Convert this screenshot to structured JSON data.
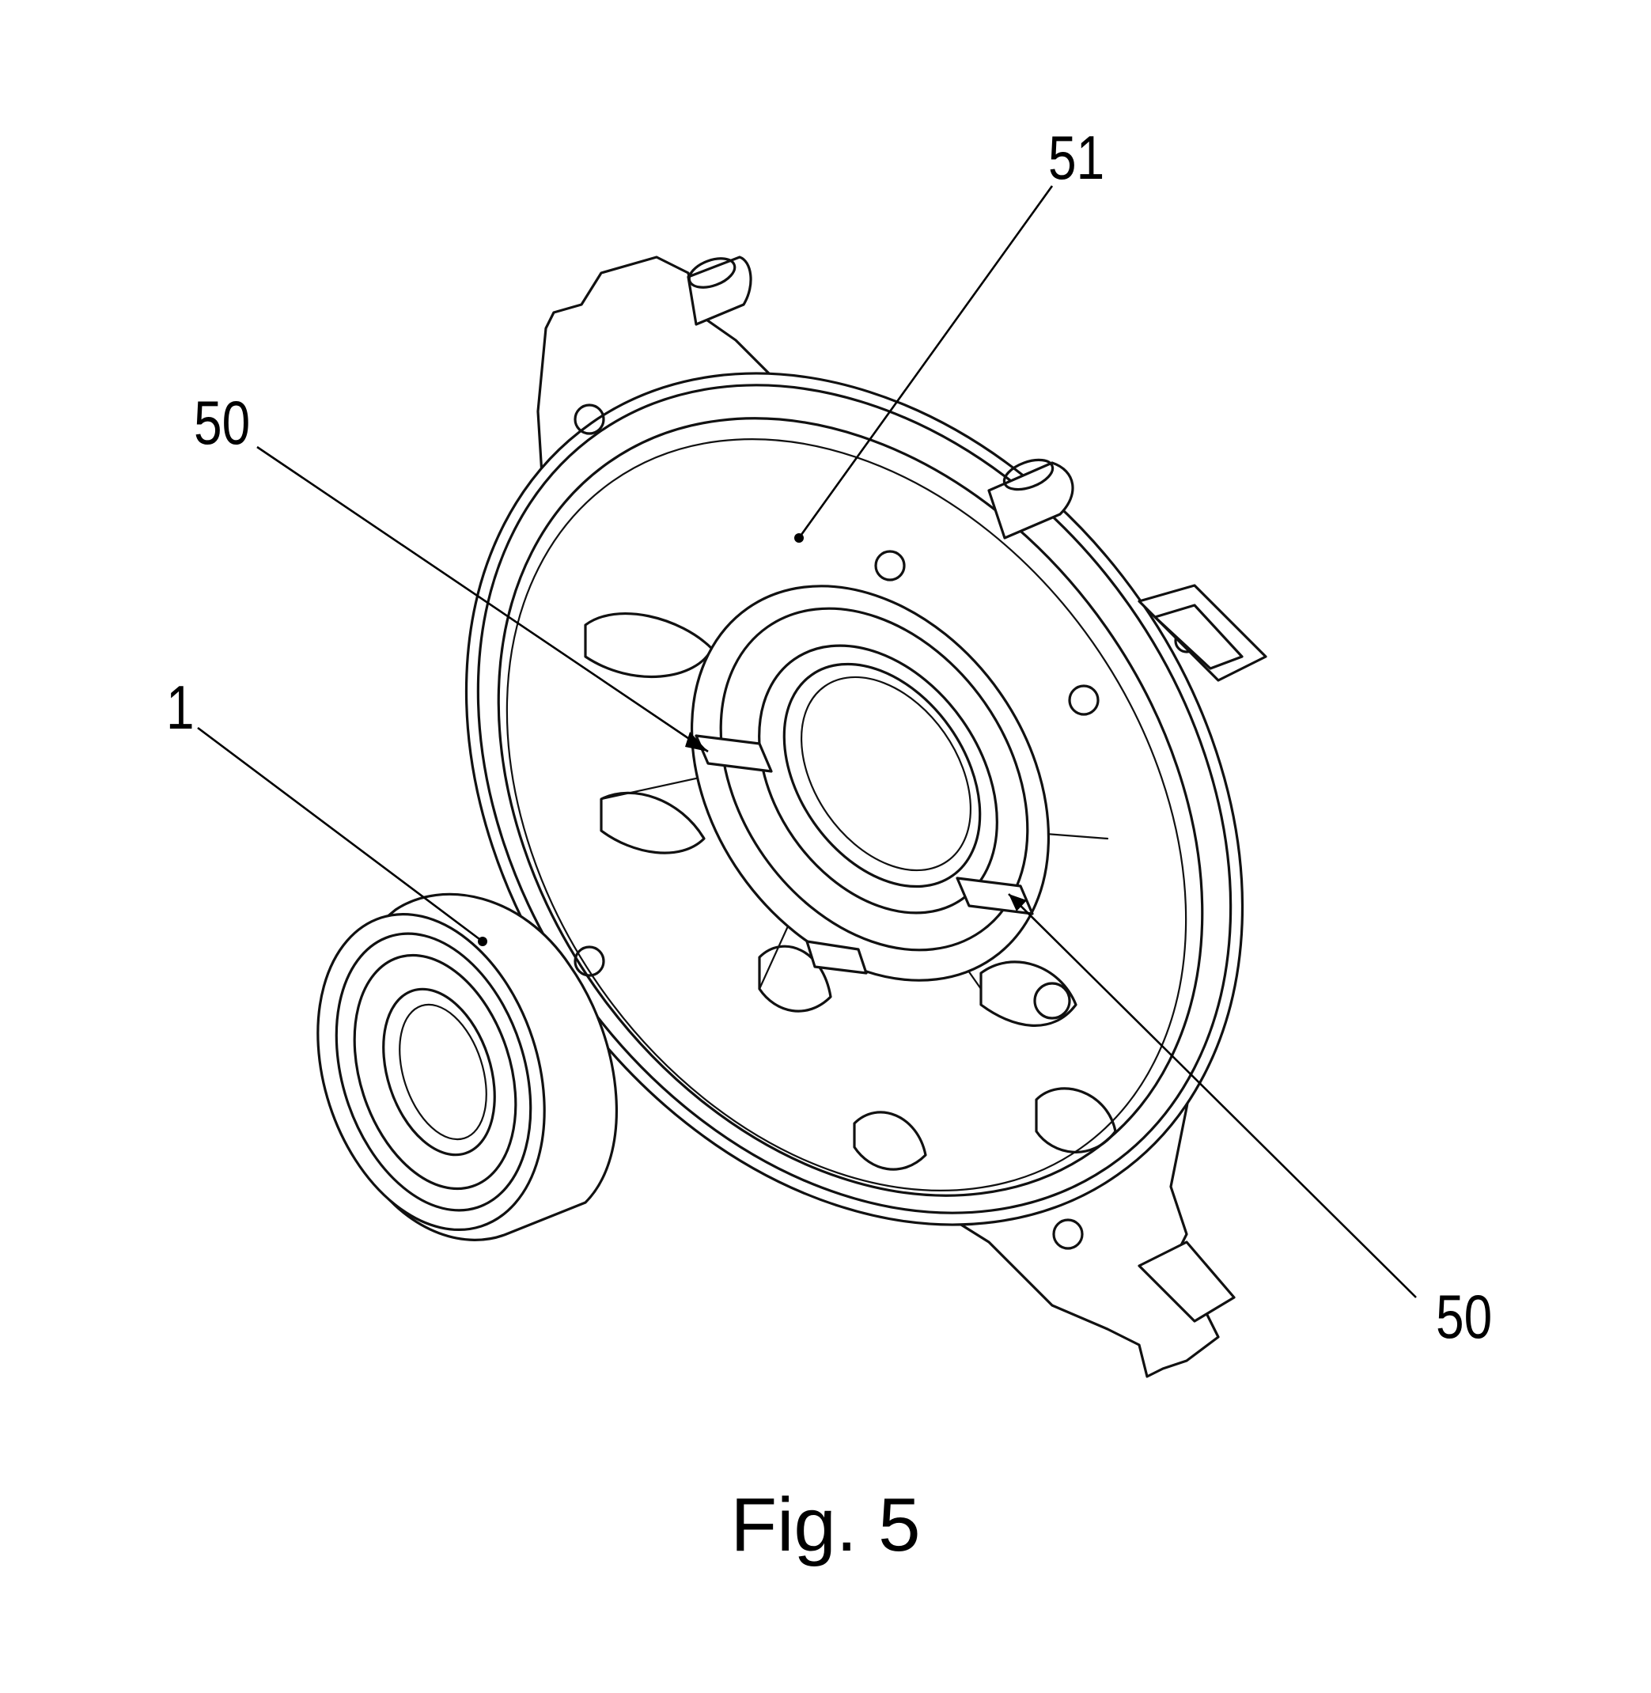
{
  "figure": {
    "caption": "Fig. 5"
  },
  "reference_labels": [
    {
      "id": "label-51",
      "text": "51"
    },
    {
      "id": "label-50-upper",
      "text": "50"
    },
    {
      "id": "label-1",
      "text": "1"
    },
    {
      "id": "label-50-lower",
      "text": "50"
    }
  ]
}
